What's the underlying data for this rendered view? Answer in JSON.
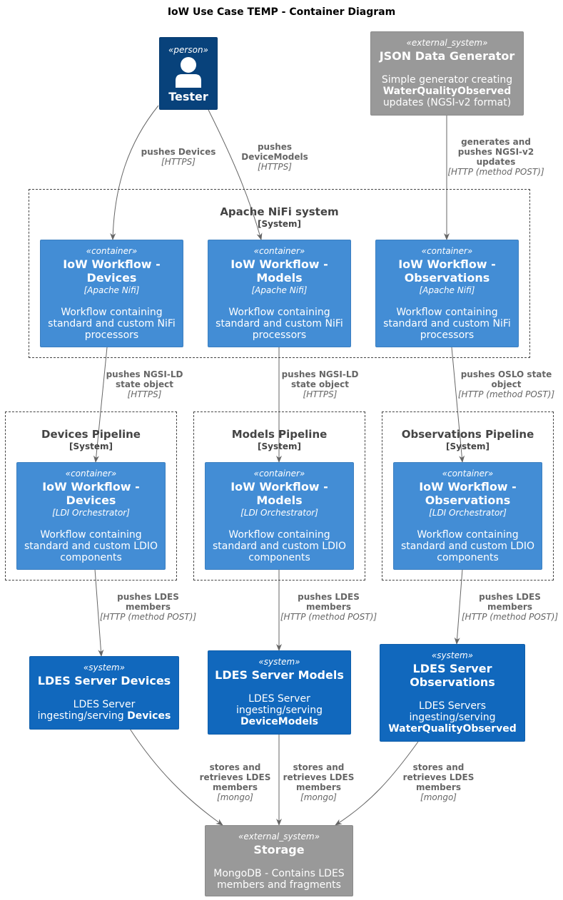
{
  "title": "IoW Use Case TEMP - Container Diagram",
  "colors": {
    "container": "#438dd5",
    "system": "#1168bd",
    "external_system": "#999999",
    "person": "#08427b",
    "edge": "#666666",
    "boundary": "#444444"
  },
  "boundaries": {
    "nifi": {
      "name": "Apache NiFi system",
      "type": "[System]"
    },
    "devices_pipeline": {
      "name": "Devices Pipeline",
      "type": "[System]"
    },
    "models_pipeline": {
      "name": "Models Pipeline",
      "type": "[System]"
    },
    "observations_pipeline": {
      "name": "Observations Pipeline",
      "type": "[System]"
    }
  },
  "nodes": {
    "tester": {
      "stereotype": "«person»",
      "name": "Tester",
      "icon": "person-icon"
    },
    "generator": {
      "stereotype": "«external_system»",
      "name": "JSON Data Generator",
      "desc_1": "Simple generator creating",
      "desc_2": "WaterQualityObserved",
      "desc_3": "updates (NGSI-v2 format)"
    },
    "nifi_devices": {
      "stereotype": "«container»",
      "name_1": "IoW Workflow -",
      "name_2": "Devices",
      "tech": "[Apache Nifi]",
      "desc_1": "Workflow containing",
      "desc_2": "standard and custom NiFi",
      "desc_3": "processors"
    },
    "nifi_models": {
      "stereotype": "«container»",
      "name_1": "IoW Workflow -",
      "name_2": "Models",
      "tech": "[Apache Nifi]",
      "desc_1": "Workflow containing",
      "desc_2": "standard and custom NiFi",
      "desc_3": "processors"
    },
    "nifi_observations": {
      "stereotype": "«container»",
      "name_1": "IoW Workflow -",
      "name_2": "Observations",
      "tech": "[Apache Nifi]",
      "desc_1": "Workflow containing",
      "desc_2": "standard and custom NiFi",
      "desc_3": "processors"
    },
    "ldio_devices": {
      "stereotype": "«container»",
      "name_1": "IoW Workflow -",
      "name_2": "Devices",
      "tech": "[LDI Orchestrator]",
      "desc_1": "Workflow containing",
      "desc_2": "standard and custom LDIO",
      "desc_3": "components"
    },
    "ldio_models": {
      "stereotype": "«container»",
      "name_1": "IoW Workflow -",
      "name_2": "Models",
      "tech": "[LDI Orchestrator]",
      "desc_1": "Workflow containing",
      "desc_2": "standard and custom LDIO",
      "desc_3": "components"
    },
    "ldio_observations": {
      "stereotype": "«container»",
      "name_1": "IoW Workflow -",
      "name_2": "Observations",
      "tech": "[LDI Orchestrator]",
      "desc_1": "Workflow containing",
      "desc_2": "standard and custom LDIO",
      "desc_3": "components"
    },
    "ldes_devices": {
      "stereotype": "«system»",
      "name": "LDES Server Devices",
      "desc_1": "LDES Server",
      "desc_2": "ingesting/serving ",
      "desc_2b": "Devices"
    },
    "ldes_models": {
      "stereotype": "«system»",
      "name": "LDES Server Models",
      "desc_1": "LDES Server",
      "desc_2": "ingesting/serving",
      "desc_3": "DeviceModels"
    },
    "ldes_observations": {
      "stereotype": "«system»",
      "name_1": "LDES Server",
      "name_2": "Observations",
      "desc_1": "LDES Servers",
      "desc_2": "ingesting/serving",
      "desc_3": "WaterQualityObserved"
    },
    "storage": {
      "stereotype": "«external_system»",
      "name": "Storage",
      "desc_1": "MongoDB - Contains LDES",
      "desc_2": "members and fragments"
    }
  },
  "edges": {
    "tester_devices": {
      "label": [
        "pushes Devices"
      ],
      "tech": "[HTTPS]"
    },
    "tester_models": {
      "label": [
        "pushes",
        "DeviceModels"
      ],
      "tech": "[HTTPS]"
    },
    "generator_obs": {
      "label": [
        "generates and",
        "pushes NGSI-v2",
        "updates"
      ],
      "tech": "[HTTP (method POST)]"
    },
    "nifi_ldio_devices": {
      "label": [
        "pushes NGSI-LD",
        "state object"
      ],
      "tech": "[HTTPS]"
    },
    "nifi_ldio_models": {
      "label": [
        "pushes NGSI-LD",
        "state object"
      ],
      "tech": "[HTTPS]"
    },
    "nifi_ldio_obs": {
      "label": [
        "pushes OSLO state",
        "object"
      ],
      "tech": "[HTTP (method POST)]"
    },
    "ldio_ldes_devices": {
      "label": [
        "pushes LDES",
        "members"
      ],
      "tech": "[HTTP (method POST)]"
    },
    "ldio_ldes_models": {
      "label": [
        "pushes LDES",
        "members"
      ],
      "tech": "[HTTP (method POST)]"
    },
    "ldio_ldes_obs": {
      "label": [
        "pushes LDES",
        "members"
      ],
      "tech": "[HTTP (method POST)]"
    },
    "ldes_storage_devices": {
      "label": [
        "stores and",
        "retrieves LDES",
        "members"
      ],
      "tech": "[mongo]"
    },
    "ldes_storage_models": {
      "label": [
        "stores and",
        "retrieves LDES",
        "members"
      ],
      "tech": "[mongo]"
    },
    "ldes_storage_obs": {
      "label": [
        "stores and",
        "retrieves LDES",
        "members"
      ],
      "tech": "[mongo]"
    }
  }
}
